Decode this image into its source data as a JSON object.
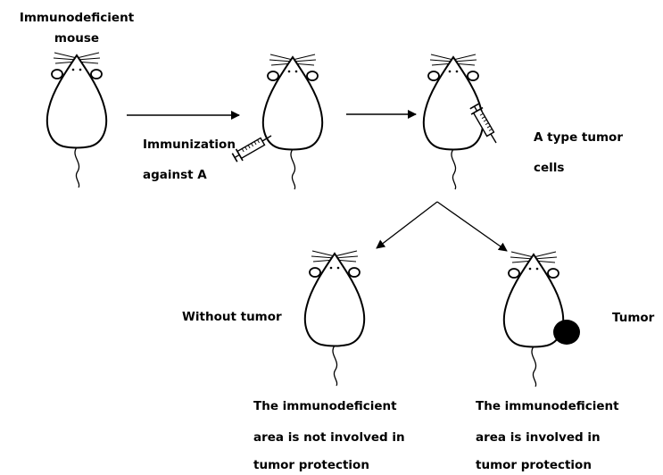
{
  "labels": {
    "start_line1": "Immunodeficient",
    "start_line2": "mouse",
    "immunization_line1": "Immunization",
    "immunization_line2": "against A",
    "tumor_cells_line1": "A type tumor",
    "tumor_cells_line2": "cells",
    "without_tumor": "Without tumor",
    "tumor": "Tumor",
    "left_conclusion_line1": "The immunodeficient",
    "left_conclusion_line2": "area is not involved in",
    "left_conclusion_line3": "tumor protection",
    "right_conclusion_line1": "The immunodeficient",
    "right_conclusion_line2": "area is involved in",
    "right_conclusion_line3": "tumor protection"
  },
  "colors": {
    "line": "#000000",
    "tumor_fill": "#000000",
    "background": "#ffffff"
  }
}
